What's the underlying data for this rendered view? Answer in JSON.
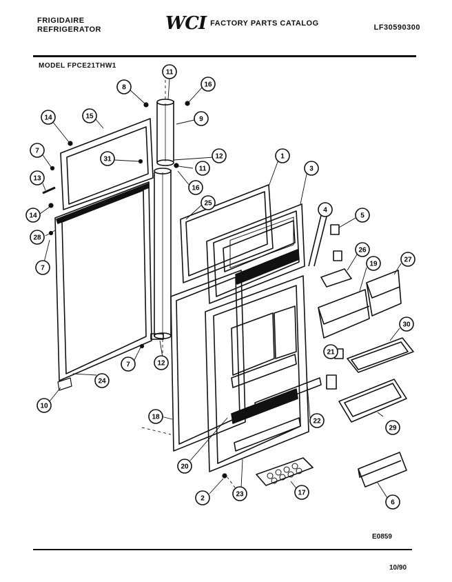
{
  "header": {
    "brand_line1": "FRIGIDAIRE",
    "brand_line2": "REFRIGERATOR",
    "logo_text": "WCI",
    "catalog_title": "FACTORY PARTS CATALOG",
    "catalog_number": "LF30590300"
  },
  "model_label": "MODEL FPCE21THW1",
  "footer": {
    "drawing_code": "E0859",
    "date": "10/90"
  },
  "callouts": [
    {
      "id": "c11a",
      "num": "11"
    },
    {
      "id": "c8",
      "num": "8"
    },
    {
      "id": "c16a",
      "num": "16"
    },
    {
      "id": "c14a",
      "num": "14"
    },
    {
      "id": "c15",
      "num": "15"
    },
    {
      "id": "c9",
      "num": "9"
    },
    {
      "id": "c7a",
      "num": "7"
    },
    {
      "id": "c31",
      "num": "31"
    },
    {
      "id": "c12a",
      "num": "12"
    },
    {
      "id": "c11b",
      "num": "11"
    },
    {
      "id": "c1",
      "num": "1"
    },
    {
      "id": "c3",
      "num": "3"
    },
    {
      "id": "c13",
      "num": "13"
    },
    {
      "id": "c16b",
      "num": "16"
    },
    {
      "id": "c25",
      "num": "25"
    },
    {
      "id": "c14b",
      "num": "14"
    },
    {
      "id": "c4",
      "num": "4"
    },
    {
      "id": "c5",
      "num": "5"
    },
    {
      "id": "c26",
      "num": "26"
    },
    {
      "id": "c28",
      "num": "28"
    },
    {
      "id": "c7b",
      "num": "7"
    },
    {
      "id": "c19",
      "num": "19"
    },
    {
      "id": "c27",
      "num": "27"
    },
    {
      "id": "c30",
      "num": "30"
    },
    {
      "id": "c21",
      "num": "21"
    },
    {
      "id": "c7c",
      "num": "7"
    },
    {
      "id": "c12b",
      "num": "12"
    },
    {
      "id": "c24",
      "num": "24"
    },
    {
      "id": "c10",
      "num": "10"
    },
    {
      "id": "c29",
      "num": "29"
    },
    {
      "id": "c22",
      "num": "22"
    },
    {
      "id": "c18",
      "num": "18"
    },
    {
      "id": "c20",
      "num": "20"
    },
    {
      "id": "c23",
      "num": "23"
    },
    {
      "id": "c17",
      "num": "17"
    },
    {
      "id": "c2",
      "num": "2"
    },
    {
      "id": "c6",
      "num": "6"
    }
  ]
}
